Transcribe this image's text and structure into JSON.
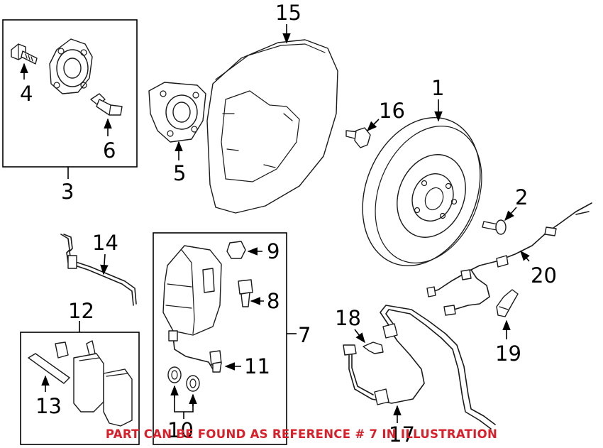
{
  "callouts": {
    "c1": "1",
    "c2": "2",
    "c3": "3",
    "c4": "4",
    "c5": "5",
    "c6": "6",
    "c7": "7",
    "c8": "8",
    "c9": "9",
    "c10": "10",
    "c11": "11",
    "c12": "12",
    "c13": "13",
    "c14": "14",
    "c15": "15",
    "c16": "16",
    "c17": "17",
    "c18": "18",
    "c19": "19",
    "c20": "20"
  },
  "note": {
    "text": "PART CAN BE FOUND AS REFERENCE # 7 IN ILLUSTRATION",
    "color": "#d9202a"
  },
  "colors": {
    "line": "#1a1a1a",
    "background": "#ffffff"
  }
}
